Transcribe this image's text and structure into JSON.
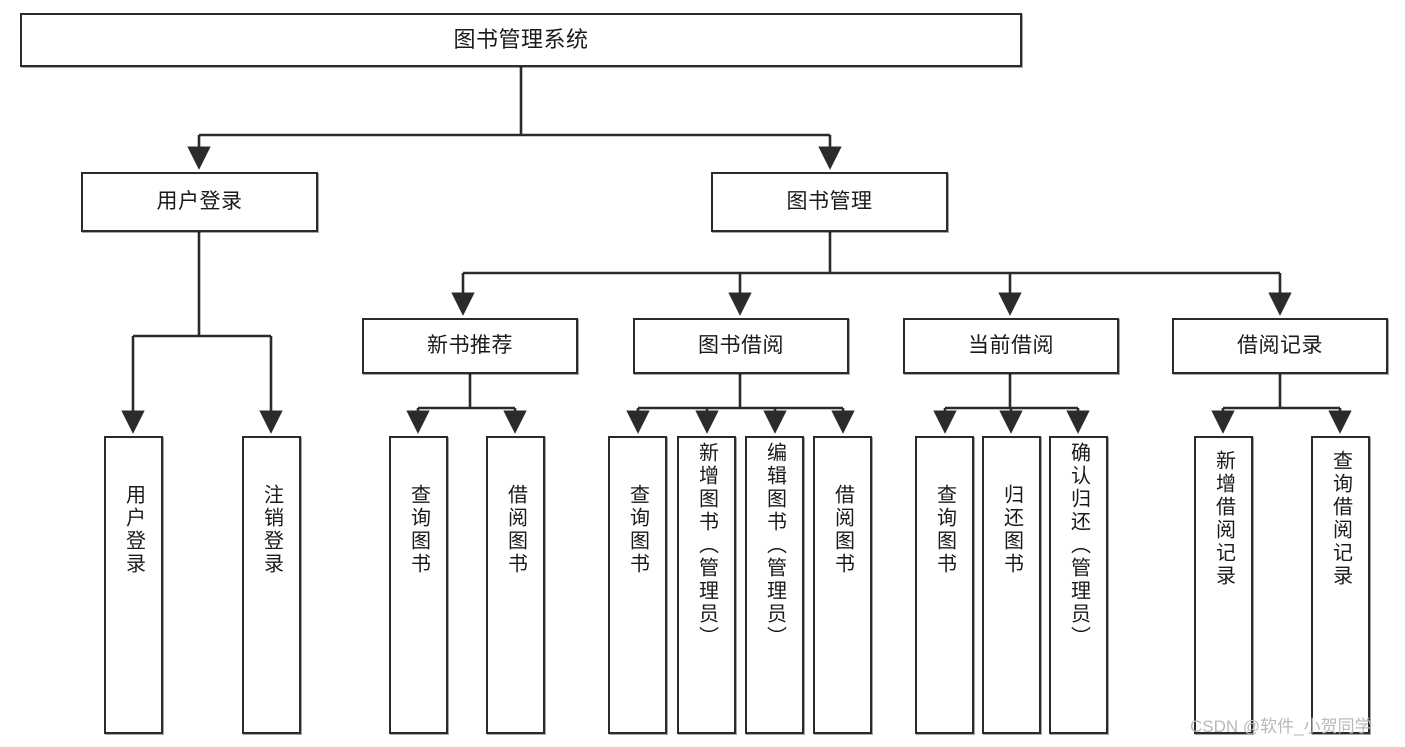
{
  "diagram": {
    "title": "图书管理系统",
    "type": "tree",
    "root": {
      "label": "图书管理系统"
    },
    "level2": [
      {
        "id": "user-login",
        "label": "用户登录"
      },
      {
        "id": "book-management",
        "label": "图书管理"
      }
    ],
    "level3": [
      {
        "id": "new-book-recommend",
        "label": "新书推荐",
        "parent": "book-management"
      },
      {
        "id": "book-borrow",
        "label": "图书借阅",
        "parent": "book-management"
      },
      {
        "id": "current-borrow",
        "label": "当前借阅",
        "parent": "book-management"
      },
      {
        "id": "borrow-record",
        "label": "借阅记录",
        "parent": "book-management"
      }
    ],
    "leaves": [
      {
        "id": "leaf-user-login",
        "label": "用户登录",
        "parent": "user-login"
      },
      {
        "id": "leaf-logout-login",
        "label": "注销登录",
        "parent": "user-login"
      },
      {
        "id": "leaf-query-book-1",
        "label": "查询图书",
        "parent": "new-book-recommend"
      },
      {
        "id": "leaf-borrow-book-1",
        "label": "借阅图书",
        "parent": "new-book-recommend"
      },
      {
        "id": "leaf-query-book-2",
        "label": "查询图书",
        "parent": "book-borrow"
      },
      {
        "id": "leaf-add-book",
        "label": "新增图书（管理员）",
        "parent": "book-borrow"
      },
      {
        "id": "leaf-edit-book",
        "label": "编辑图书（管理员）",
        "parent": "book-borrow"
      },
      {
        "id": "leaf-borrow-book-2",
        "label": "借阅图书",
        "parent": "book-borrow"
      },
      {
        "id": "leaf-query-book-3",
        "label": "查询图书",
        "parent": "current-borrow"
      },
      {
        "id": "leaf-return-book",
        "label": "归还图书",
        "parent": "current-borrow"
      },
      {
        "id": "leaf-confirm-return",
        "label": "确认归还（管理员）",
        "parent": "current-borrow"
      },
      {
        "id": "leaf-add-record",
        "label": "新增借阅记录",
        "parent": "borrow-record"
      },
      {
        "id": "leaf-query-record",
        "label": "查询借阅记录",
        "parent": "borrow-record"
      }
    ],
    "colors": {
      "stroke": "#2b2b2b",
      "fill": "#ffffff",
      "text": "#1a1a1a",
      "watermark": "#b9b9b9"
    }
  },
  "watermark": {
    "text": "CSDN @软件_小贺同学"
  }
}
